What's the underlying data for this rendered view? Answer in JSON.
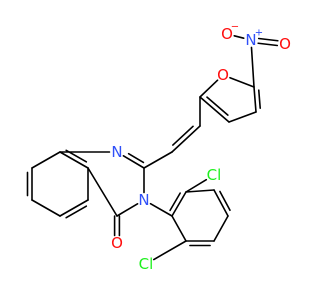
{
  "molecule": {
    "atoms": [
      {
        "id": "C1",
        "element": "C"
      },
      {
        "id": "C2",
        "element": "C"
      },
      {
        "id": "C3",
        "element": "C"
      },
      {
        "id": "C4",
        "element": "C"
      },
      {
        "id": "C4a",
        "element": "C"
      },
      {
        "id": "C8a",
        "element": "C"
      },
      {
        "id": "N1",
        "element": "N",
        "label": "N"
      },
      {
        "id": "Cq2",
        "element": "C"
      },
      {
        "id": "N3",
        "element": "N",
        "label": "N"
      },
      {
        "id": "Cq4",
        "element": "C"
      },
      {
        "id": "O4",
        "element": "O",
        "label": "O"
      },
      {
        "id": "Ca",
        "element": "C"
      },
      {
        "id": "Cb",
        "element": "C"
      },
      {
        "id": "Cf2",
        "element": "C"
      },
      {
        "id": "Of",
        "element": "O",
        "label": "O"
      },
      {
        "id": "Cf5",
        "element": "C"
      },
      {
        "id": "Cf4",
        "element": "C"
      },
      {
        "id": "Cf3",
        "element": "C"
      },
      {
        "id": "Nn",
        "element": "N",
        "label": "N",
        "charge": "+"
      },
      {
        "id": "On1",
        "element": "O",
        "label": "O",
        "charge": "−"
      },
      {
        "id": "On2",
        "element": "O",
        "label": "O"
      },
      {
        "id": "Cp1",
        "element": "C"
      },
      {
        "id": "Cp2",
        "element": "C"
      },
      {
        "id": "Cp3",
        "element": "C"
      },
      {
        "id": "Cp4",
        "element": "C"
      },
      {
        "id": "Cp5",
        "element": "C"
      },
      {
        "id": "Cp6",
        "element": "C"
      },
      {
        "id": "Cl1",
        "element": "Cl",
        "label": "Cl"
      },
      {
        "id": "Cl2",
        "element": "Cl",
        "label": "Cl"
      }
    ],
    "colors": {
      "C": "#000000",
      "N": "#3050F8",
      "O": "#FF0D0D",
      "Cl": "#1FF01F"
    }
  }
}
